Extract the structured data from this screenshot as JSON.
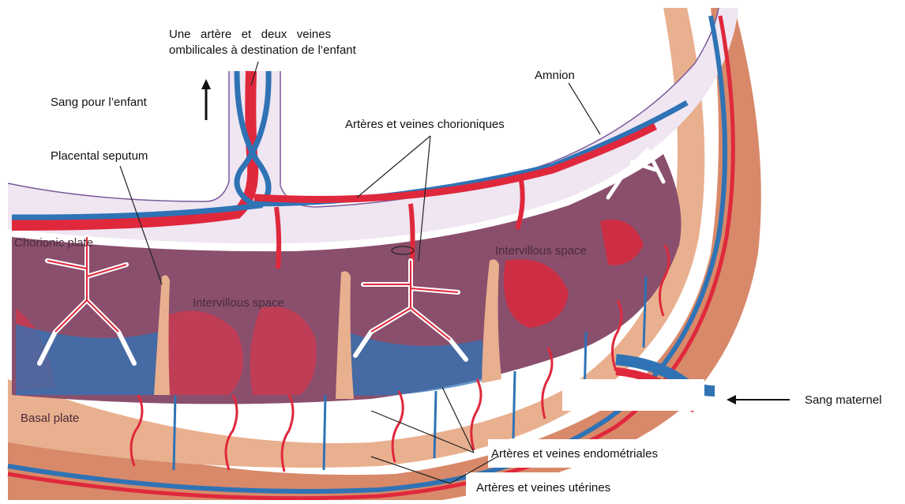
{
  "colors": {
    "background": "#ffffff",
    "artery": "#e0283c",
    "vein": "#2f73b5",
    "intervillous": "#8a4f6d",
    "decidua": "#e9b08f",
    "myometrium": "#d8896a",
    "chorion": "#efe6f2",
    "villi_outline": "#ffffff"
  },
  "labels": {
    "umbilical_line1": "Une   artère   et   deux   veines",
    "umbilical_line2": "ombilicales à destination de l’enfant",
    "sang_enfant": "Sang pour l’enfant",
    "amnion": "Amnion",
    "chorioniques": "Artères et veines chorioniques",
    "septum": "Placental seputum",
    "chorionic_plate": "Chorionic plate",
    "intervillous_left": "Intervillous space",
    "intervillous_right": "Intervillous space",
    "basal_plate": "Basal plate",
    "sang_maternel": "Sang maternel",
    "endometriales": "Artères et veines endométriales",
    "uterines": "Artères et veines utérines"
  },
  "icons": {
    "up_arrow": "arrow-up-icon",
    "left_arrow": "arrow-left-icon"
  }
}
